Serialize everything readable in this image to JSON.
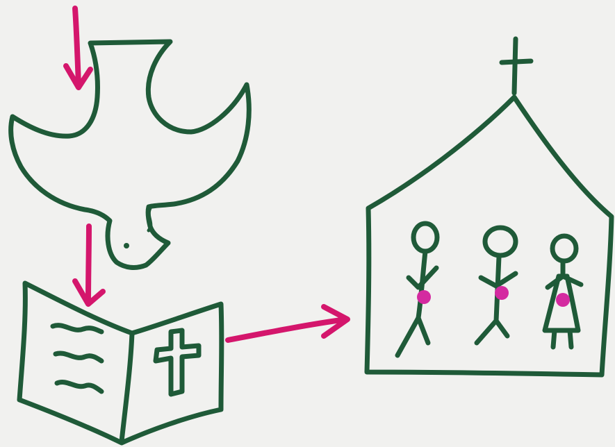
{
  "colors": {
    "paper": "#f1f1ef",
    "outline_ink": "#1f5a38",
    "arrow_ink": "#d4166c",
    "heart_ink": "#d42aa0"
  },
  "icons": [
    "down-arrow-icon",
    "dove-icon",
    "down-arrow-icon",
    "open-bible-icon",
    "cross-icon",
    "right-arrow-icon",
    "church-icon",
    "stick-figure-icon",
    "heart-icon"
  ],
  "diagram": {
    "nodes": [
      "dove",
      "bible",
      "church"
    ],
    "edges": [
      {
        "from": "top",
        "to": "dove"
      },
      {
        "from": "dove",
        "to": "bible"
      },
      {
        "from": "bible",
        "to": "church"
      }
    ],
    "church_people_count": 3
  }
}
